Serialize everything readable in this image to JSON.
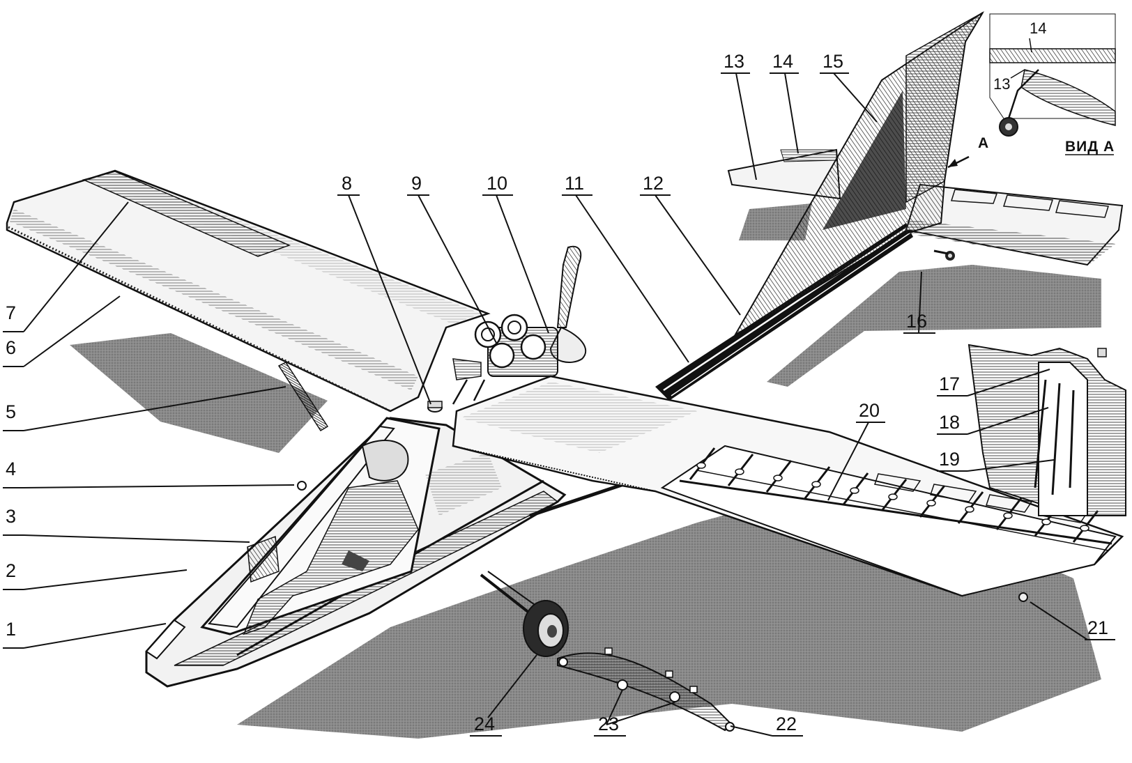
{
  "callouts": [
    "1",
    "2",
    "3",
    "4",
    "5",
    "6",
    "7",
    "8",
    "9",
    "10",
    "11",
    "12",
    "13",
    "14",
    "15",
    "16",
    "17",
    "18",
    "19",
    "20",
    "21",
    "22",
    "23",
    "24"
  ],
  "inset_a": {
    "title": "ВИД А",
    "arrow_label": "А",
    "labels": [
      "14",
      "13"
    ]
  }
}
